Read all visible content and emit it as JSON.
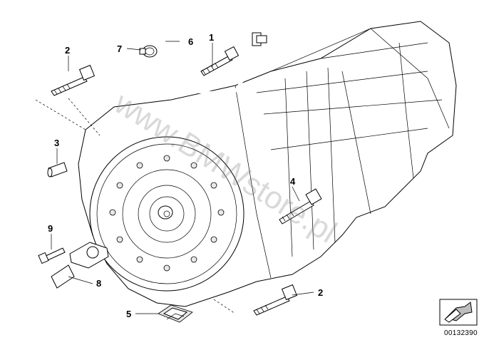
{
  "diagram": {
    "callouts": [
      {
        "id": "c1",
        "label": "1"
      },
      {
        "id": "c2a",
        "label": "2"
      },
      {
        "id": "c2b",
        "label": "2"
      },
      {
        "id": "c3",
        "label": "3"
      },
      {
        "id": "c4",
        "label": "4"
      },
      {
        "id": "c5",
        "label": "5"
      },
      {
        "id": "c6",
        "label": "6"
      },
      {
        "id": "c7",
        "label": "7"
      },
      {
        "id": "c8",
        "label": "8"
      },
      {
        "id": "c9",
        "label": "9"
      }
    ],
    "part_number": "00132390",
    "watermark": "www.BMWstore.pl"
  }
}
